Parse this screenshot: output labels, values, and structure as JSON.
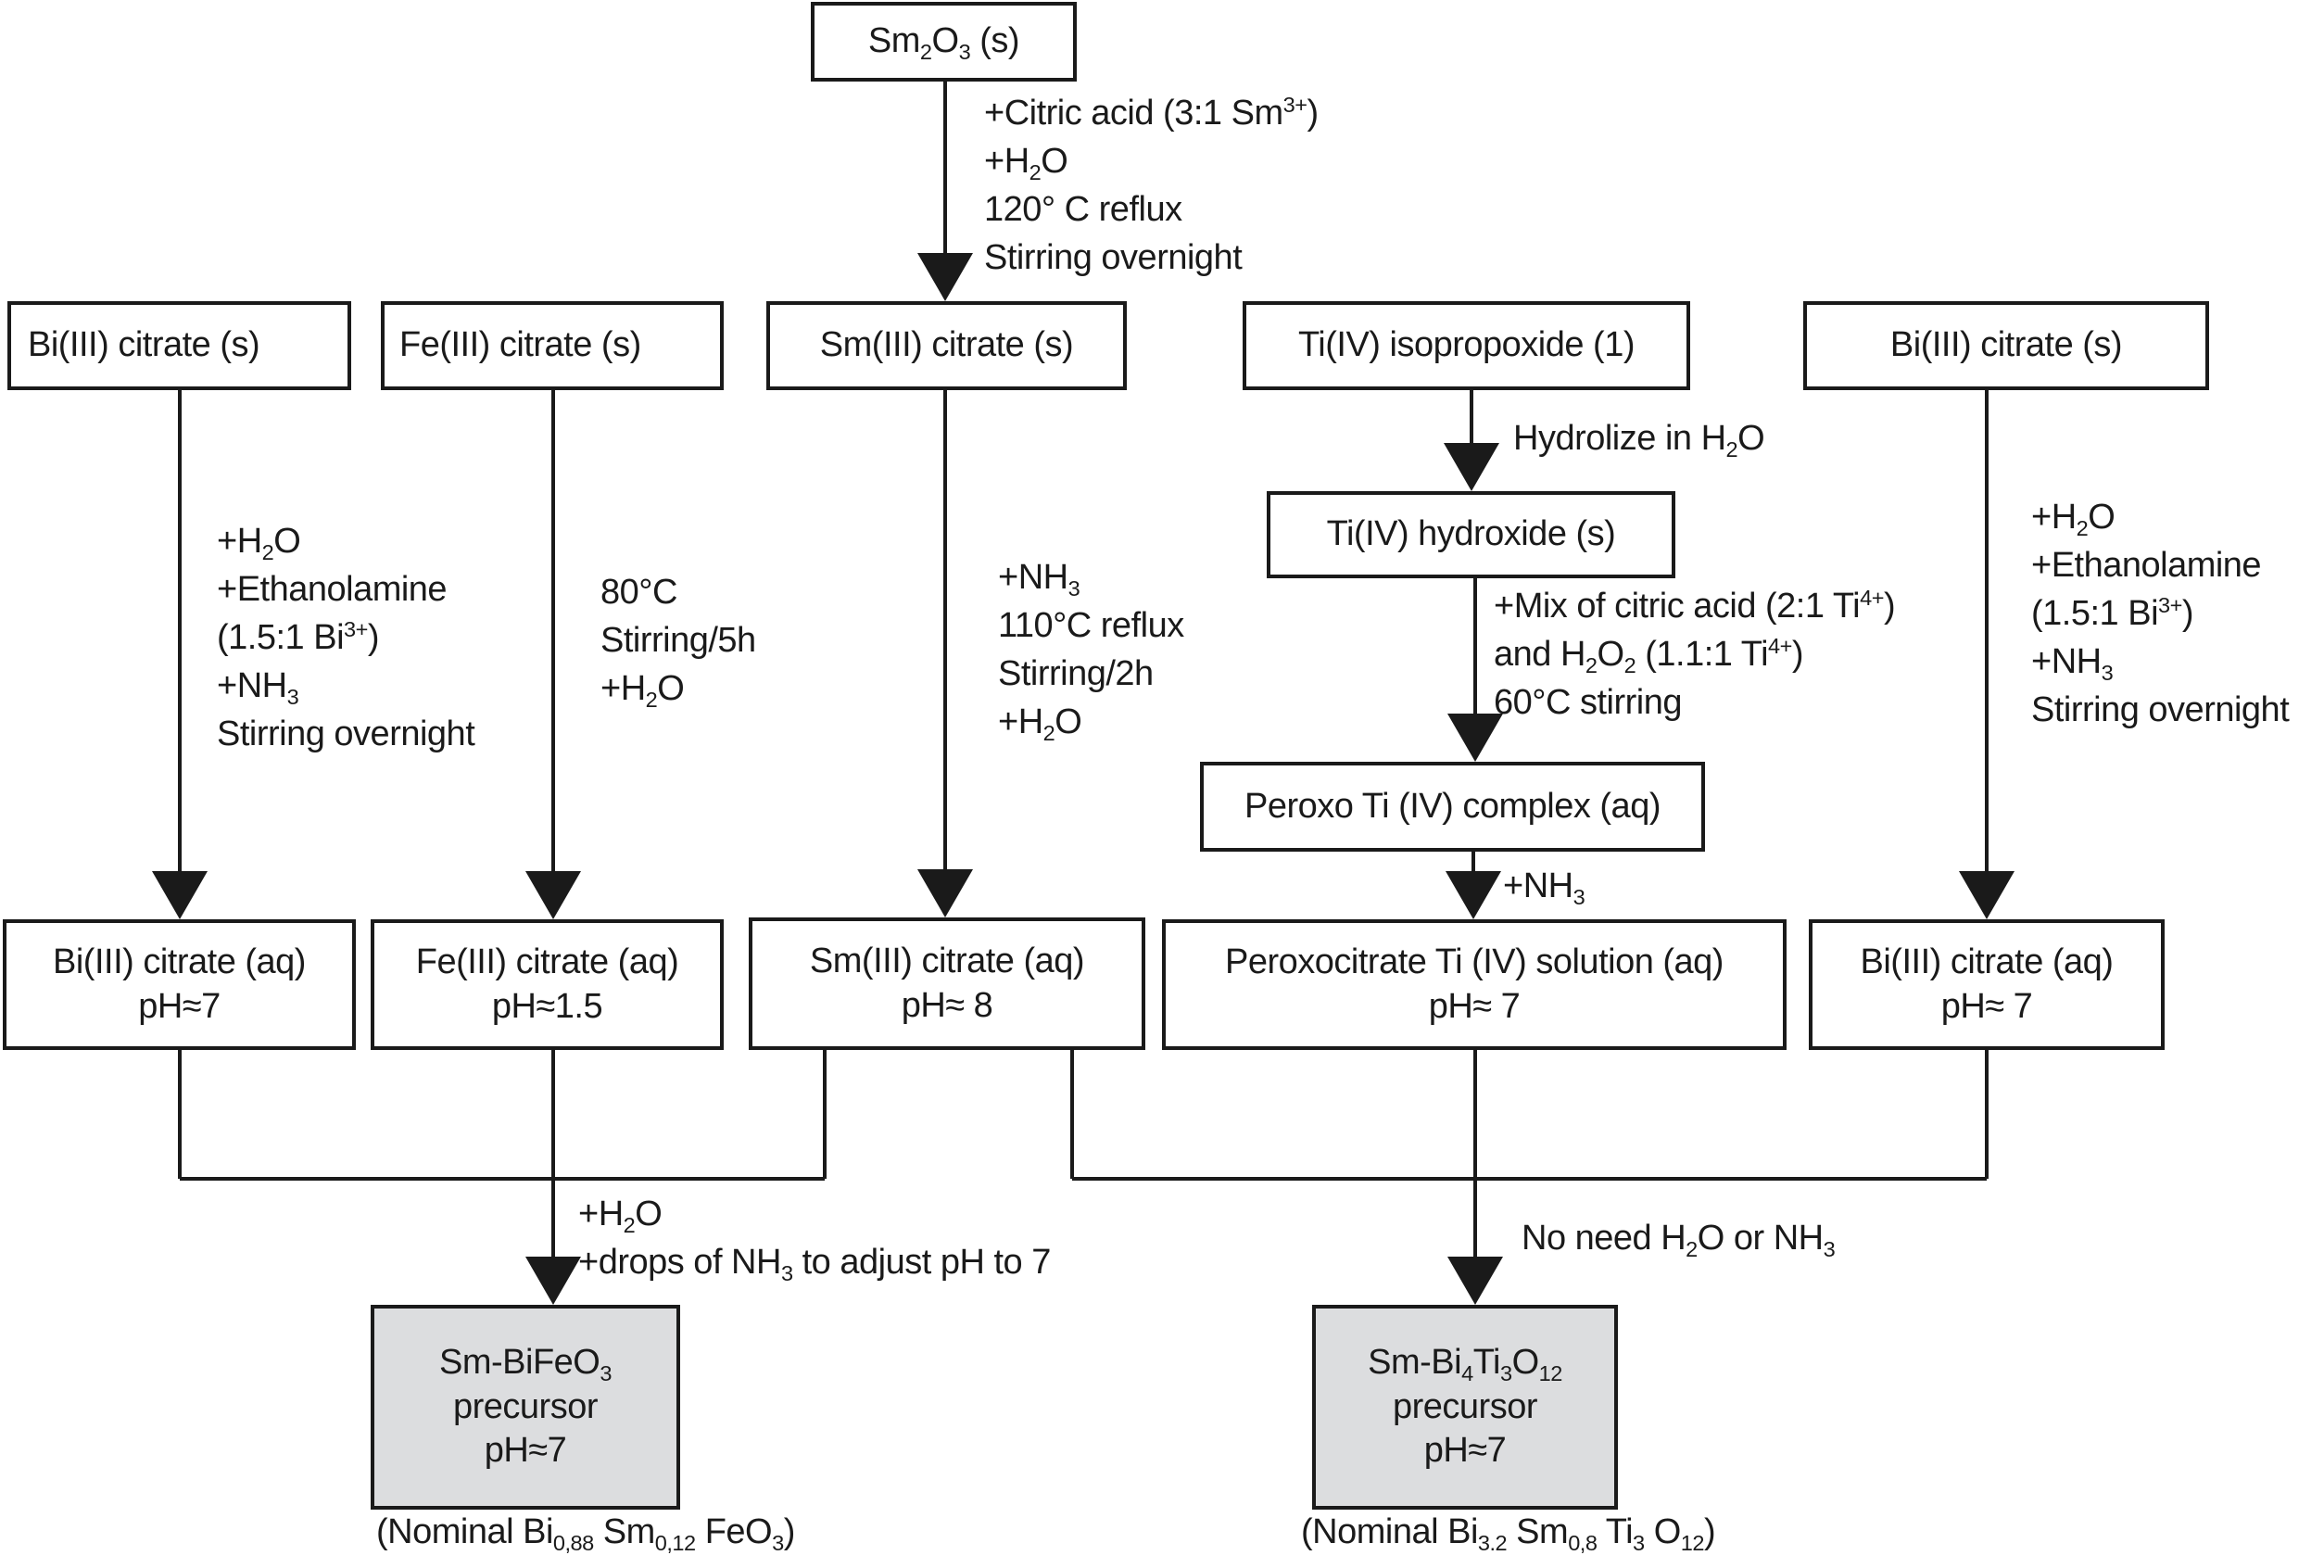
{
  "diagram_title": "Synthesis flow of Sm-BiFeO3 and Sm-Bi4Ti3O12 precursors",
  "nodes": {
    "sm2o3": {
      "parts": [
        [
          "Sm",
          ""
        ],
        [
          "2",
          "sub"
        ],
        [
          "O",
          ""
        ],
        [
          "3",
          "sub"
        ],
        [
          " (s)",
          ""
        ]
      ]
    },
    "bi_s_left": {
      "parts": [
        [
          "Bi(III) citrate (s)",
          ""
        ]
      ]
    },
    "fe_s": {
      "parts": [
        [
          "Fe(III) citrate (s)",
          ""
        ]
      ]
    },
    "sm_s": {
      "parts": [
        [
          "Sm(III) citrate (s)",
          ""
        ]
      ]
    },
    "ti_iso": {
      "parts": [
        [
          "Ti(IV) isopropoxide (1)",
          ""
        ]
      ]
    },
    "bi_s_right": {
      "parts": [
        [
          "Bi(III) citrate (s)",
          ""
        ]
      ]
    },
    "ti_hydroxide": {
      "parts": [
        [
          "Ti(IV) hydroxide (s)",
          ""
        ]
      ]
    },
    "peroxo_complex": {
      "parts": [
        [
          "Peroxo Ti (IV) complex (aq)",
          ""
        ]
      ]
    },
    "bi_aq_left": {
      "lines": [
        [
          [
            "Bi(III) citrate (aq)",
            ""
          ]
        ],
        [
          [
            "pH≈7",
            ""
          ]
        ]
      ]
    },
    "fe_aq": {
      "lines": [
        [
          [
            "Fe(III) citrate (aq)",
            ""
          ]
        ],
        [
          [
            "pH≈1.5",
            ""
          ]
        ]
      ]
    },
    "sm_aq": {
      "lines": [
        [
          [
            "Sm(III) citrate (aq)",
            ""
          ]
        ],
        [
          [
            "pH≈ 8",
            ""
          ]
        ]
      ]
    },
    "peroxocitrate": {
      "lines": [
        [
          [
            "Peroxocitrate Ti (IV) solution (aq)",
            ""
          ]
        ],
        [
          [
            "pH≈ 7",
            ""
          ]
        ]
      ]
    },
    "bi_aq_right": {
      "lines": [
        [
          [
            "Bi(III) citrate (aq)",
            ""
          ]
        ],
        [
          [
            "pH≈ 7",
            ""
          ]
        ]
      ]
    },
    "final_bfo": {
      "lines": [
        [
          [
            "Sm-BiFeO",
            ""
          ],
          [
            "3",
            "sub"
          ]
        ],
        [
          [
            "precursor",
            ""
          ]
        ],
        [
          [
            "pH≈7",
            ""
          ]
        ]
      ]
    },
    "final_bit": {
      "lines": [
        [
          [
            "Sm-Bi",
            ""
          ],
          [
            "4",
            "sub"
          ],
          [
            "Ti",
            ""
          ],
          [
            "3",
            "sub"
          ],
          [
            "O",
            ""
          ],
          [
            "12",
            "sub"
          ]
        ],
        [
          [
            "precursor",
            ""
          ]
        ],
        [
          [
            "pH≈7",
            ""
          ]
        ]
      ]
    }
  },
  "notes": {
    "sm2o3_to_sm_s": [
      [
        [
          "+Citric acid (3:1 Sm",
          ""
        ],
        [
          "3+",
          "sup"
        ],
        [
          ")",
          ""
        ]
      ],
      [
        [
          "+H",
          ""
        ],
        [
          "2",
          "sub"
        ],
        [
          "O",
          ""
        ]
      ],
      [
        [
          "120° C reflux",
          ""
        ]
      ],
      [
        [
          "Stirring overnight",
          ""
        ]
      ]
    ],
    "bi_left": [
      [
        [
          "+H",
          ""
        ],
        [
          "2",
          "sub"
        ],
        [
          "O",
          ""
        ]
      ],
      [
        [
          "+Ethanolamine",
          ""
        ]
      ],
      [
        [
          "(1.5:1 Bi",
          ""
        ],
        [
          "3+",
          "sup"
        ],
        [
          ")",
          ""
        ]
      ],
      [
        [
          "+NH",
          ""
        ],
        [
          "3",
          "sub"
        ]
      ],
      [
        [
          "Stirring overnight",
          ""
        ]
      ]
    ],
    "fe": [
      [
        [
          "80°C",
          ""
        ]
      ],
      [
        [
          "Stirring/5h",
          ""
        ]
      ],
      [
        [
          "+H",
          ""
        ],
        [
          "2",
          "sub"
        ],
        [
          "O",
          ""
        ]
      ]
    ],
    "sm": [
      [
        [
          "+NH",
          ""
        ],
        [
          "3",
          "sub"
        ]
      ],
      [
        [
          "110°C reflux",
          ""
        ]
      ],
      [
        [
          "Stirring/2h",
          ""
        ]
      ],
      [
        [
          "+H",
          ""
        ],
        [
          "2",
          "sub"
        ],
        [
          "O",
          ""
        ]
      ]
    ],
    "ti_hydrolize": [
      [
        [
          "Hydrolize in H",
          ""
        ],
        [
          "2",
          "sub"
        ],
        [
          "O",
          ""
        ]
      ]
    ],
    "ti_mix": [
      [
        [
          "+Mix of citric acid (2:1 Ti",
          ""
        ],
        [
          "4+",
          "sup"
        ],
        [
          ")",
          ""
        ]
      ],
      [
        [
          "and H",
          ""
        ],
        [
          "2",
          "sub"
        ],
        [
          "O",
          ""
        ],
        [
          "2",
          "sub"
        ],
        [
          " (1.1:1 Ti",
          ""
        ],
        [
          "4+",
          "sup"
        ],
        [
          ")",
          ""
        ]
      ],
      [
        [
          "60°C stirring",
          ""
        ]
      ]
    ],
    "ti_nh3": [
      [
        [
          "+NH",
          ""
        ],
        [
          "3",
          "sub"
        ]
      ]
    ],
    "bi_right": [
      [
        [
          "+H",
          ""
        ],
        [
          "2",
          "sub"
        ],
        [
          "O",
          ""
        ]
      ],
      [
        [
          "+Ethanolamine",
          ""
        ]
      ],
      [
        [
          "(1.5:1 Bi",
          ""
        ],
        [
          "3+",
          "sup"
        ],
        [
          ")",
          ""
        ]
      ],
      [
        [
          "+NH",
          ""
        ],
        [
          "3",
          "sub"
        ]
      ],
      [
        [
          "Stirring overnight",
          ""
        ]
      ]
    ],
    "merge_bfo": [
      [
        [
          "+H",
          ""
        ],
        [
          "2",
          "sub"
        ],
        [
          "O",
          ""
        ]
      ],
      [
        [
          "+drops of NH",
          ""
        ],
        [
          "3",
          "sub"
        ],
        [
          " to adjust pH to 7",
          ""
        ]
      ]
    ],
    "merge_bit": [
      [
        [
          "No need H",
          ""
        ],
        [
          "2",
          "sub"
        ],
        [
          "O or NH",
          ""
        ],
        [
          "3",
          "sub"
        ]
      ]
    ]
  },
  "captions": {
    "bfo": [
      [
        "(Nominal Bi",
        ""
      ],
      [
        "0,88",
        "sub"
      ],
      [
        " Sm",
        ""
      ],
      [
        "0,12",
        "sub"
      ],
      [
        " FeO",
        ""
      ],
      [
        "3",
        "sub"
      ],
      [
        ")",
        ""
      ]
    ],
    "bit": [
      [
        "(Nominal Bi",
        ""
      ],
      [
        "3.2",
        "sub"
      ],
      [
        " Sm",
        ""
      ],
      [
        "0,8",
        "sub"
      ],
      [
        " Ti",
        ""
      ],
      [
        "3",
        "sub"
      ],
      [
        " O",
        ""
      ],
      [
        "12",
        "sub"
      ],
      [
        ")",
        ""
      ]
    ]
  },
  "colors": {
    "line": "#1a1a1a",
    "final_fill": "#dcdddf"
  }
}
